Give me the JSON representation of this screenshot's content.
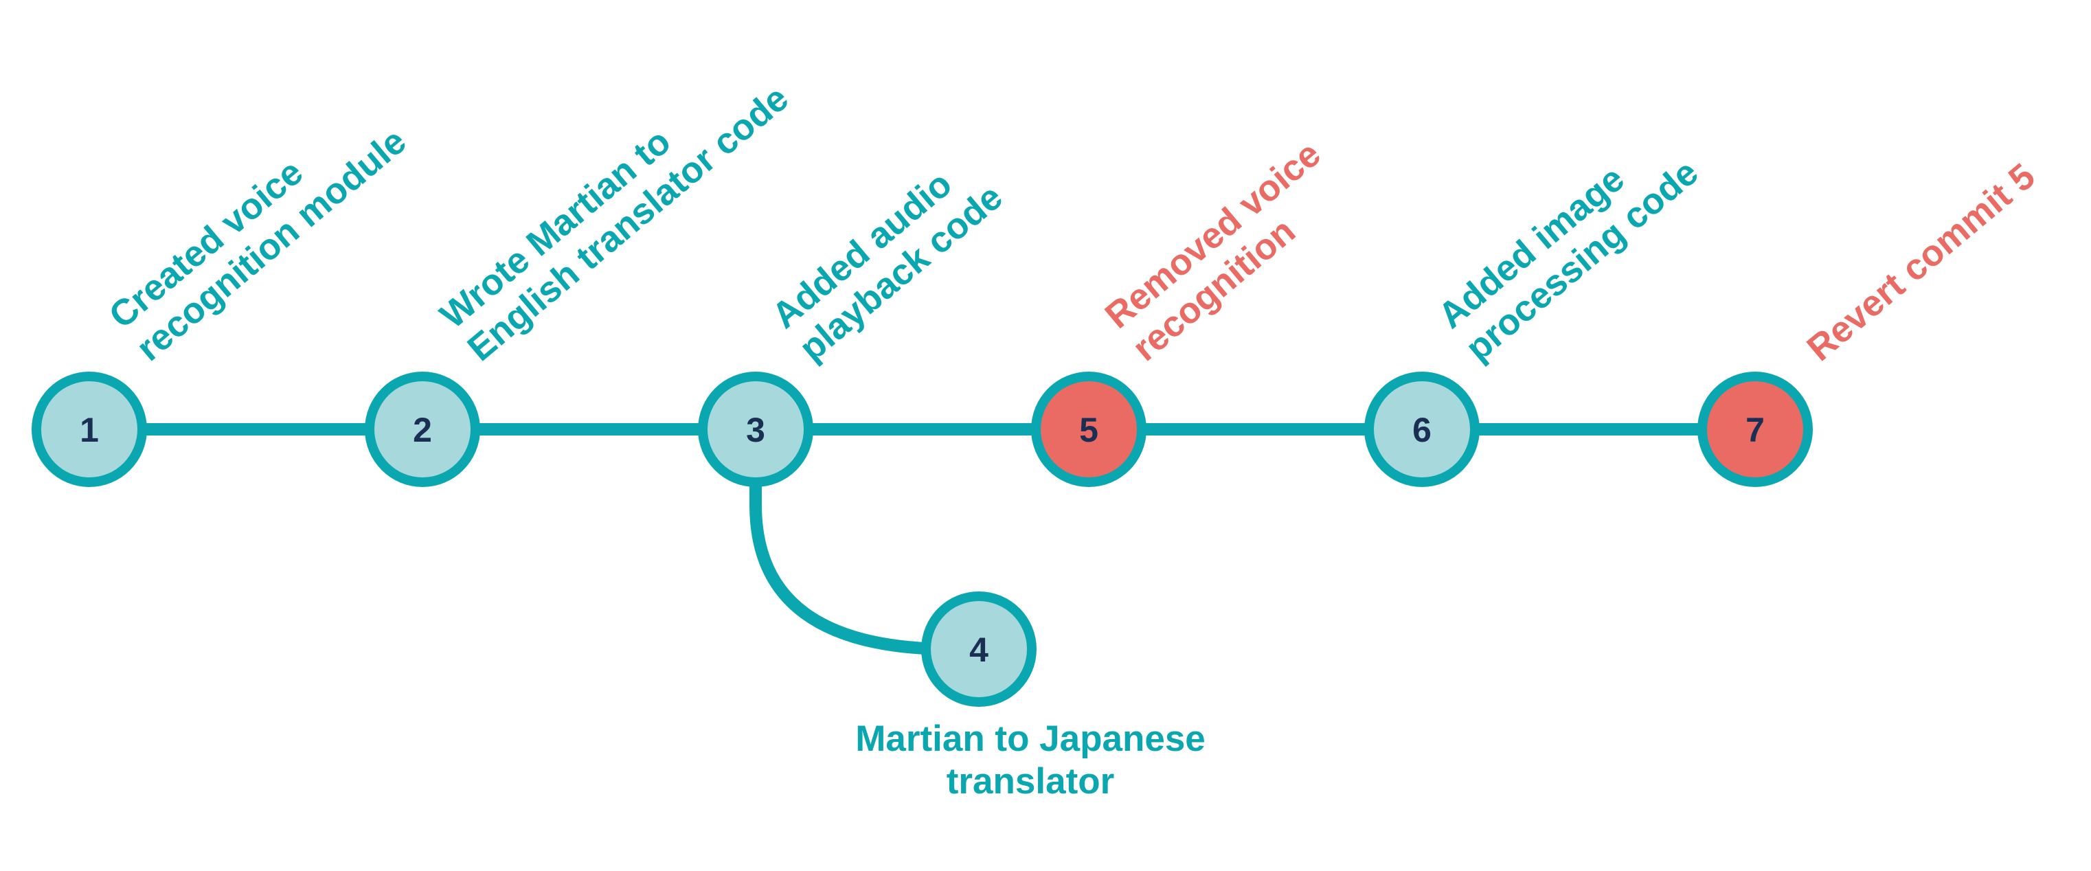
{
  "colors": {
    "teal": "#0aa7b0",
    "node_fill": "#a7d8dc",
    "red": "#e96b63",
    "number_text": "#1b2f55"
  },
  "commits": [
    {
      "id": "c1",
      "number": "1",
      "state": "normal",
      "message": [
        "Created voice",
        "recognition module"
      ]
    },
    {
      "id": "c2",
      "number": "2",
      "state": "normal",
      "message": [
        "Wrote Martian to",
        "English translator code"
      ]
    },
    {
      "id": "c3",
      "number": "3",
      "state": "normal",
      "message": [
        "Added audio",
        "playback code"
      ]
    },
    {
      "id": "c4",
      "number": "4",
      "state": "normal",
      "message": [
        "Martian to Japanese",
        "translator"
      ]
    },
    {
      "id": "c5",
      "number": "5",
      "state": "reverted",
      "message": [
        "Removed voice",
        "recognition"
      ]
    },
    {
      "id": "c6",
      "number": "6",
      "state": "normal",
      "message": [
        "Added image",
        "processing code"
      ]
    },
    {
      "id": "c7",
      "number": "7",
      "state": "revert",
      "message": [
        "Revert commit 5"
      ]
    }
  ],
  "edges": [
    {
      "from": "c1",
      "to": "c2"
    },
    {
      "from": "c2",
      "to": "c3"
    },
    {
      "from": "c3",
      "to": "c5"
    },
    {
      "from": "c5",
      "to": "c6"
    },
    {
      "from": "c6",
      "to": "c7"
    },
    {
      "from": "c3",
      "to": "c4",
      "kind": "branch"
    }
  ]
}
